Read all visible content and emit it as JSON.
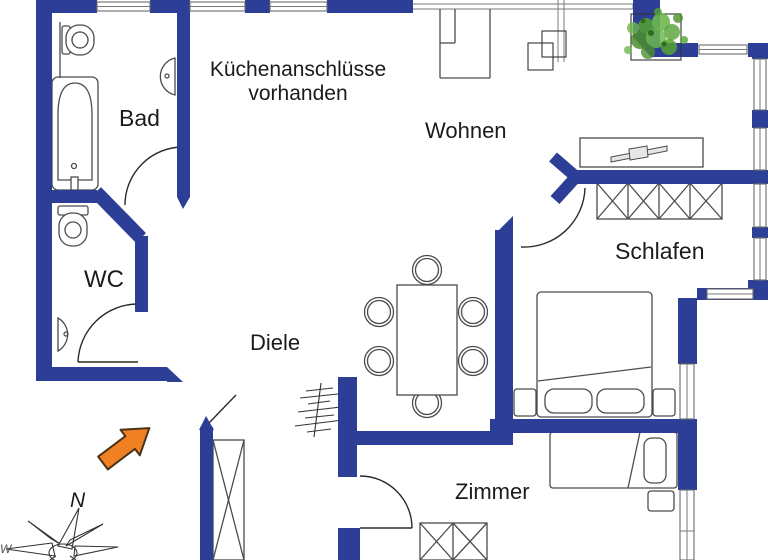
{
  "diagram_type": "apartment-floor-plan",
  "colors": {
    "wall": "#2c3e96",
    "arrow": "#ef8023",
    "plant": "#55a333",
    "outline": "#4c4c4c"
  },
  "annotation": {
    "line1": "Küchenanschlüsse",
    "line2": "vorhanden"
  },
  "rooms": {
    "bad": "Bad",
    "wc": "WC",
    "diele": "Diele",
    "wohnen": "Wohnen",
    "schlafen": "Schlafen",
    "zimmer": "Zimmer"
  },
  "compass": {
    "north": "N",
    "west": "W"
  },
  "objects": [
    "bathtub",
    "toilet",
    "hand-basin",
    "dining-table",
    "chair",
    "double-bed",
    "single-bed",
    "wardrobe",
    "sideboard",
    "plant",
    "coat-rack",
    "entrance-arrow",
    "compass-rose",
    "window",
    "door-swing"
  ]
}
